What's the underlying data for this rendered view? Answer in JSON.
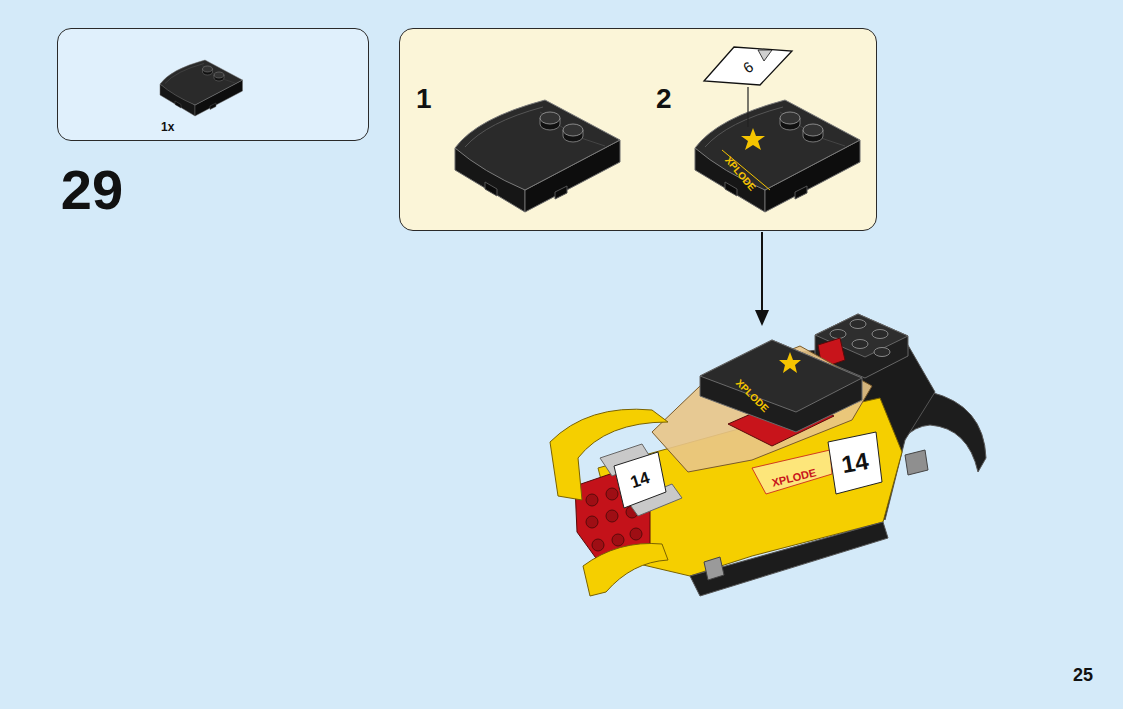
{
  "diagram": {
    "nodes": [
      {
        "text": [
          "1x"
        ]
      },
      {
        "text": [
          "1",
          "2"
        ]
      },
      {
        "text": [
          "6"
        ],
        "in": 1
      }
    ],
    "labels": [
      "29",
      "XPLODE",
      "XPLODE",
      "14",
      "XPLODE",
      "14",
      "25"
    ]
  }
}
